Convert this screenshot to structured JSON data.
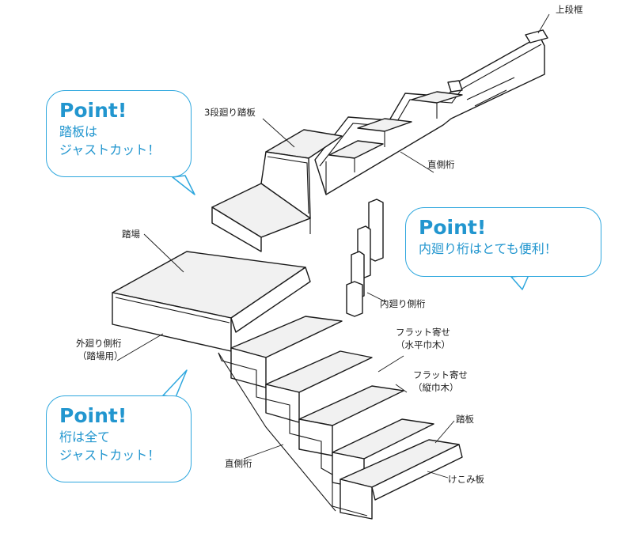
{
  "labels": {
    "top_frame": "上段框",
    "winder_tread_3": "3段廻り踏板",
    "straight_stringer_upper": "直側桁",
    "landing": "踏場",
    "inner_winder_stringer": "内廻り側桁",
    "outer_winder_stringer_line1": "外廻り側桁",
    "outer_winder_stringer_line2": "（踏場用）",
    "flat_fill_horizontal_line1": "フラット寄せ",
    "flat_fill_horizontal_line2": "（水平巾木）",
    "flat_fill_vertical_line1": "フラット寄せ",
    "flat_fill_vertical_line2": "（縦巾木）",
    "tread": "踏板",
    "straight_stringer_lower": "直側桁",
    "riser": "けこみ板"
  },
  "callouts": [
    {
      "title": "Point!",
      "body": "踏板は\nジャストカット！"
    },
    {
      "title": "Point!",
      "body": "内廻り桁はとても便利！"
    },
    {
      "title": "Point!",
      "body": "桁は全て\nジャストカット！"
    }
  ],
  "colors": {
    "accent": "#2296cf",
    "bubble_border": "#2ea7de",
    "line": "#1a1a1a",
    "tread_fill": "#f1f1f1"
  }
}
